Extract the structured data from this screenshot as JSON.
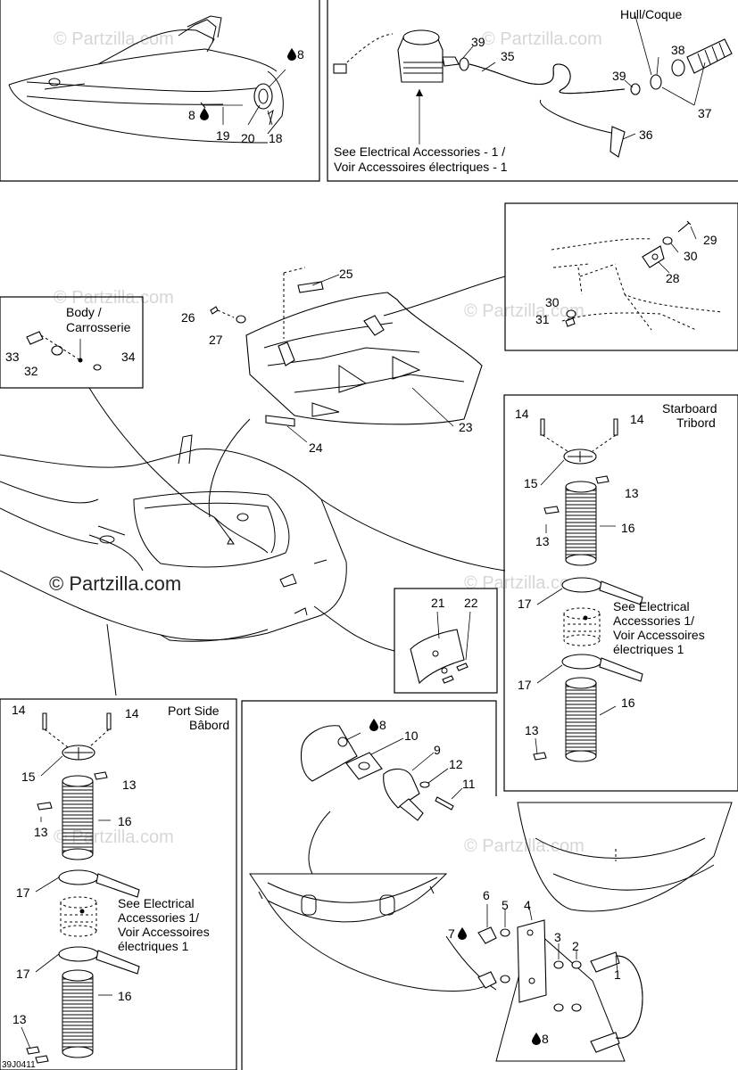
{
  "watermark": "© Partzilla.com",
  "diagram_code": "39J0411",
  "hull_label": "Hull/Coque",
  "electrical_note_top": [
    "See Electrical Accessories - 1 /",
    "Voir Accessoires électriques - 1"
  ],
  "body_label": [
    "Body /",
    "Carrosserie"
  ],
  "starboard_label": [
    "Starboard",
    "Tribord"
  ],
  "port_label": [
    "Port Side",
    "Bâbord"
  ],
  "electrical_note_side": [
    "See Electrical",
    "Accessories 1/",
    "Voir Accessoires",
    "électriques 1"
  ],
  "callouts": {
    "c1": "1",
    "c2": "2",
    "c3": "3",
    "c4": "4",
    "c5": "5",
    "c6": "6",
    "c7": "7",
    "c8": "8",
    "c9": "9",
    "c10": "10",
    "c11": "11",
    "c12": "12",
    "c13": "13",
    "c14": "14",
    "c15": "15",
    "c16": "16",
    "c17": "17",
    "c18": "18",
    "c19": "19",
    "c20": "20",
    "c21": "21",
    "c22": "22",
    "c23": "23",
    "c24": "24",
    "c25": "25",
    "c26": "26",
    "c27": "27",
    "c28": "28",
    "c29": "29",
    "c30": "30",
    "c31": "31",
    "c32": "32",
    "c33": "33",
    "c34": "34",
    "c35": "35",
    "c36": "36",
    "c37": "37",
    "c38": "38",
    "c39": "39"
  }
}
